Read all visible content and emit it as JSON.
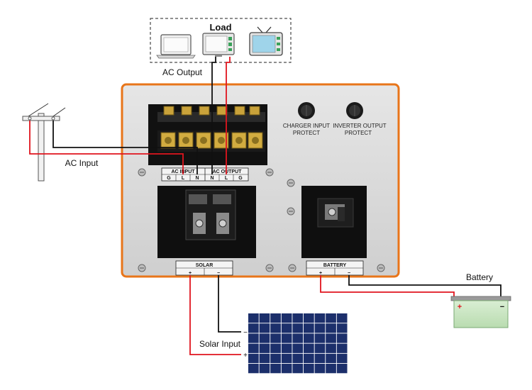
{
  "labels": {
    "load": "Load",
    "ac_output": "AC Output",
    "ac_input": "AC Input",
    "battery": "Battery",
    "solar_input": "Solar Input"
  },
  "panel": {
    "charger_input_line1": "CHARGER INPUT",
    "charger_input_line2": "PROTECT",
    "inverter_output_line1": "INVERTER OUTPUT",
    "inverter_output_line2": "PROTECT",
    "ac_input_header": "AC INPUT",
    "ac_output_header": "AC OUTPUT",
    "terminals": [
      "G",
      "L",
      "N",
      "N",
      "L",
      "G"
    ],
    "solar_header": "SOLAR",
    "battery_header": "BATTERY",
    "plus": "+",
    "minus": "−"
  },
  "colors": {
    "positive_wire": "#e0141e",
    "negative_wire": "#111111",
    "housing_trim": "#e8751a",
    "panel_grey": "#dcdcdc",
    "solar_cell": "#1c2f6b",
    "battery_green": "#cfe8c9"
  },
  "icons": [
    "laptop-icon",
    "monitor-icon",
    "tv-icon",
    "utility-pole-icon",
    "solar-panel-icon",
    "battery-icon"
  ]
}
